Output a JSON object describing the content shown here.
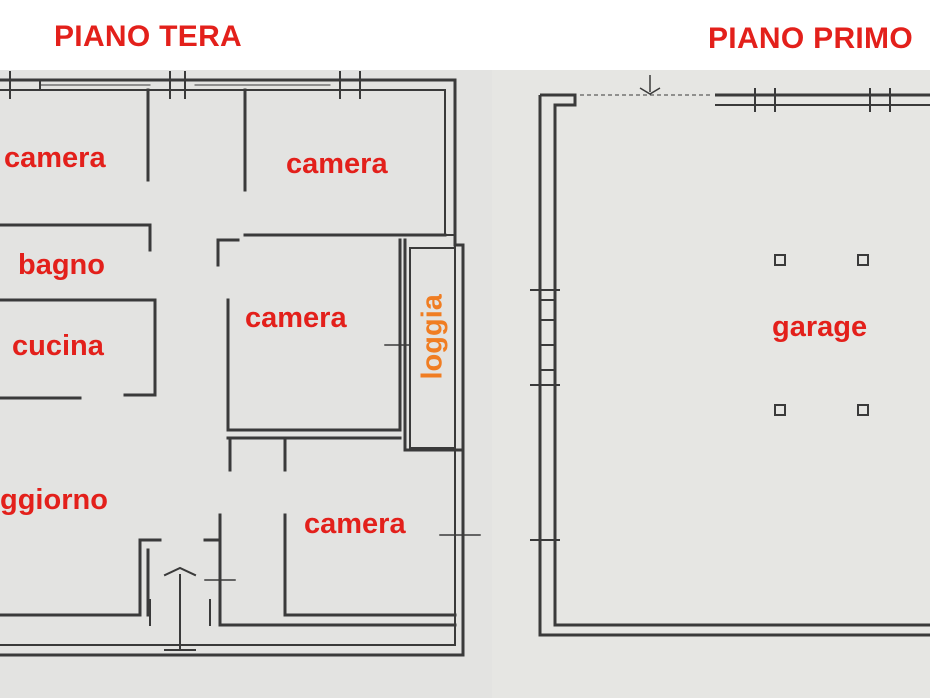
{
  "floors": [
    {
      "title": "PIANO TERA"
    },
    {
      "title": "PIANO PRIMO"
    }
  ],
  "ground_floor_rooms": [
    "camera",
    "camera",
    "bagno",
    "camera",
    "loggia",
    "cucina",
    "ggiorno",
    "camera"
  ],
  "first_floor_rooms": [
    "garage"
  ],
  "colors": {
    "label_red": "#e3201b",
    "label_orange": "#f07d22",
    "wall": "#3a3a3a",
    "paper": "#e3e3e1"
  }
}
